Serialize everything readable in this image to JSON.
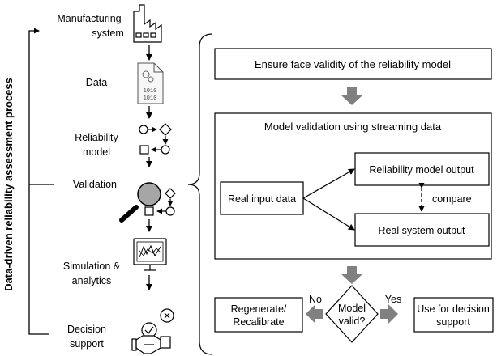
{
  "process": {
    "vertical_label": "Data-driven reliability assessment process",
    "steps": [
      {
        "line1": "Manufacturing",
        "line2": "system",
        "icon": "factory-icon"
      },
      {
        "line1": "Data",
        "line2": "",
        "icon": "data-file-icon"
      },
      {
        "line1": "Reliability",
        "line2": "model",
        "icon": "flow-model-icon"
      },
      {
        "line1": "Validation",
        "line2": "",
        "icon": "magnifier-model-icon"
      },
      {
        "line1": "Simulation &",
        "line2": "analytics",
        "icon": "monitor-chart-icon"
      },
      {
        "line1": "Decision",
        "line2": "support",
        "icon": "handshake-decision-icon"
      }
    ]
  },
  "detail": {
    "face_validity": "Ensure face validity of the reliability model",
    "streaming_title": "Model validation using streaming data",
    "real_input": "Real input data",
    "model_output": "Reliability model output",
    "system_output": "Real system output",
    "compare": "compare",
    "decision_line1": "Model",
    "decision_line2": "valid?",
    "no_label": "No",
    "yes_label": "Yes",
    "regen_line1": "Regenerate/",
    "regen_line2": "Recalibrate",
    "use_line1": "Use for decision",
    "use_line2": "support"
  },
  "colors": {
    "arrow_gray": "#808080",
    "magnifier_gray": "#a6a6a6"
  }
}
